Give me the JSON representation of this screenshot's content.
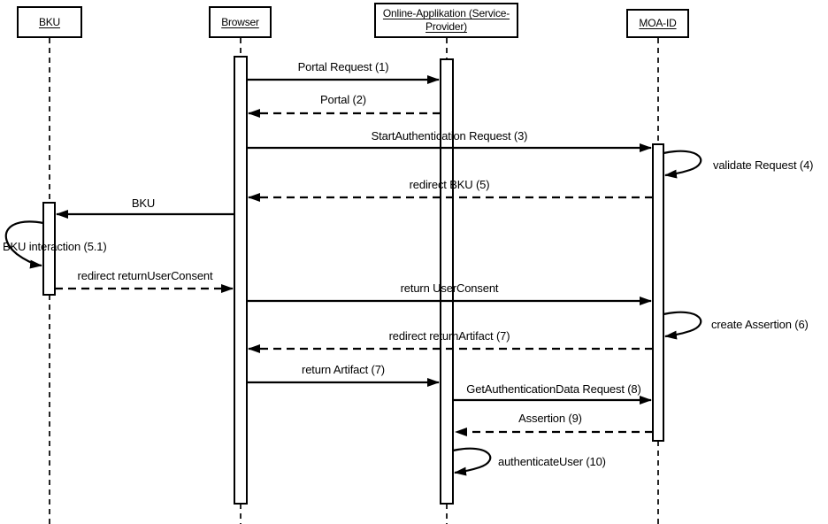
{
  "diagram": {
    "type": "uml-sequence-diagram",
    "colors": {
      "line": "#000000",
      "background": "#ffffff",
      "text": "#000000"
    },
    "actors": [
      {
        "id": "bku",
        "label": "BKU"
      },
      {
        "id": "browser",
        "label": "Browser"
      },
      {
        "id": "online_app",
        "label": "Online-Applikation (Service-Provider)",
        "label_lines": [
          "Online-Applikation (Service-",
          "Provider)"
        ]
      },
      {
        "id": "moa_id",
        "label": "MOA-ID"
      }
    ],
    "messages": [
      {
        "label": "Portal Request (1)",
        "from": "Browser",
        "to": "Online-Applikation (Service-Provider)",
        "line": "solid"
      },
      {
        "label": "Portal (2)",
        "from": "Online-Applikation (Service-Provider)",
        "to": "Browser",
        "line": "dashed"
      },
      {
        "label": "StartAuthentication Request (3)",
        "from": "Browser",
        "to": "MOA-ID",
        "line": "solid"
      },
      {
        "label": "validate Request (4)",
        "from": "MOA-ID",
        "to": "MOA-ID",
        "line": "self"
      },
      {
        "label": "redirect BKU (5)",
        "from": "MOA-ID",
        "to": "Browser",
        "line": "dashed"
      },
      {
        "label": "BKU",
        "from": "Browser",
        "to": "BKU",
        "line": "solid"
      },
      {
        "label": "BKU interaction (5.1)",
        "from": "BKU",
        "to": "BKU",
        "line": "self"
      },
      {
        "label": "redirect returnUserConsent",
        "from": "BKU",
        "to": "Browser",
        "line": "dashed"
      },
      {
        "label": "return UserConsent",
        "from": "Browser",
        "to": "MOA-ID",
        "line": "solid"
      },
      {
        "label": "create Assertion (6)",
        "from": "MOA-ID",
        "to": "MOA-ID",
        "line": "self"
      },
      {
        "label": "redirect returnArtifact (7)",
        "from": "MOA-ID",
        "to": "Browser",
        "line": "dashed"
      },
      {
        "label": "return Artifact (7)",
        "from": "Browser",
        "to": "Online-Applikation (Service-Provider)",
        "line": "solid"
      },
      {
        "label": "GetAuthenticationData Request (8)",
        "from": "Online-Applikation (Service-Provider)",
        "to": "MOA-ID",
        "line": "solid"
      },
      {
        "label": "Assertion (9)",
        "from": "MOA-ID",
        "to": "Online-Applikation (Service-Provider)",
        "line": "dashed"
      },
      {
        "label": "authenticateUser (10)",
        "from": "Online-Applikation (Service-Provider)",
        "to": "Online-Applikation (Service-Provider)",
        "line": "self"
      }
    ]
  }
}
